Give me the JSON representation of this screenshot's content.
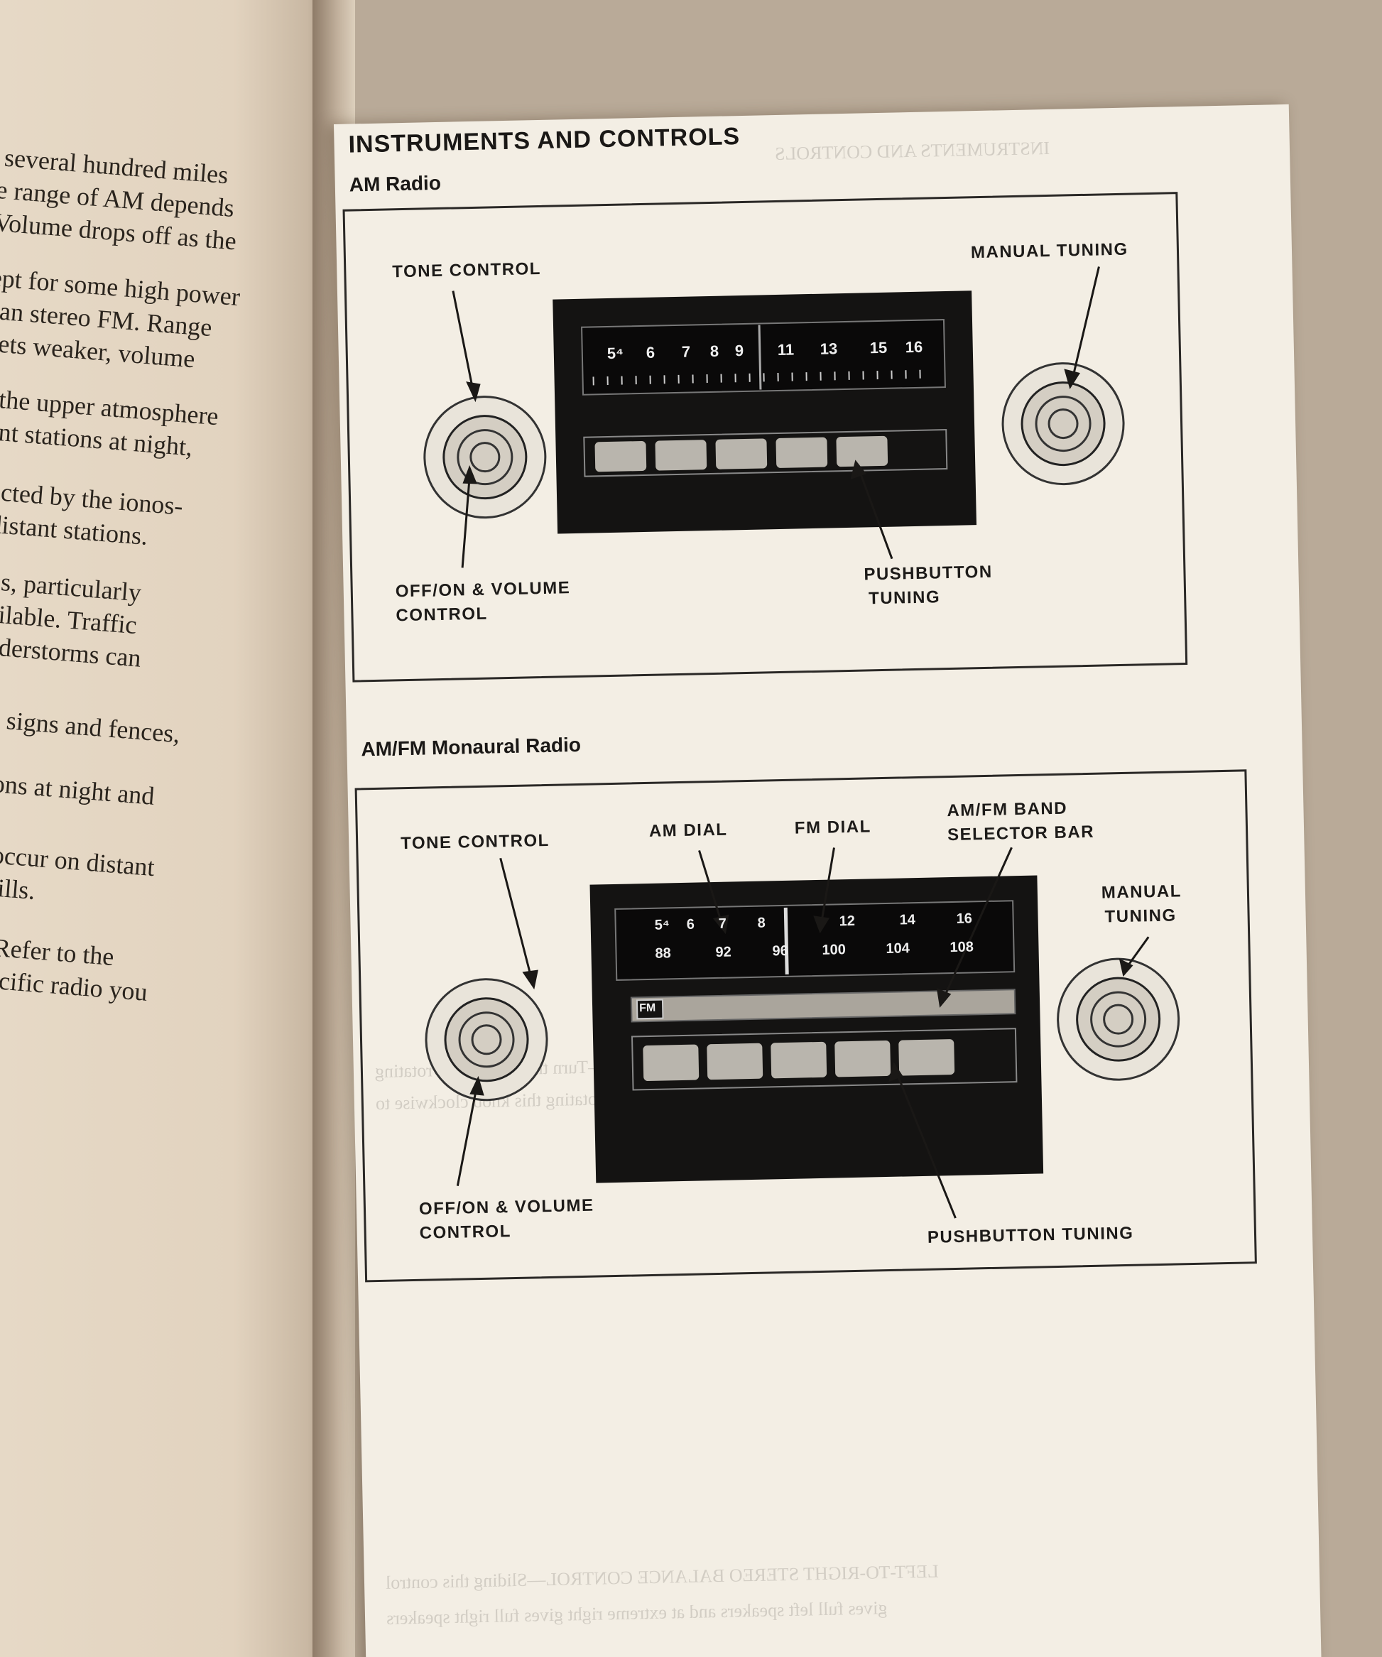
{
  "left_page": {
    "lines": [
      "several hundred miles",
      "e range of AM depends",
      "Volume drops off as the",
      "ept for some high power",
      "han stereo FM. Range",
      "gets weaker, volume",
      "y the upper atmosphere",
      "tant stations at night,",
      "flected by the ionos-",
      "y distant stations.",
      "nces, particularly",
      "available. Traffic",
      "hunderstorms can",
      "ctric signs and fences,",
      "stations at night and",
      "oise occur on distant",
      "and hills.",
      "nner. Refer to the",
      "ne specific radio you"
    ]
  },
  "right_page": {
    "title": "INSTRUMENTS AND CONTROLS",
    "am_radio": {
      "heading": "AM Radio",
      "labels": {
        "tone": "TONE CONTROL",
        "manual": "MANUAL TUNING",
        "offon_1": "OFF/ON & VOLUME",
        "offon_2": "CONTROL",
        "push_1": "PUSHBUTTON",
        "push_2": "TUNING"
      },
      "dial_numbers": [
        "5⁴",
        "6",
        "7",
        "8",
        "9",
        "11",
        "13",
        "15",
        "16"
      ]
    },
    "amfm_radio": {
      "heading": "AM/FM Monaural Radio",
      "labels": {
        "tone": "TONE CONTROL",
        "am_dial": "AM DIAL",
        "fm_dial": "FM DIAL",
        "band_1": "AM/FM BAND",
        "band_2": "SELECTOR BAR",
        "manual_1": "MANUAL",
        "manual_2": "TUNING",
        "offon_1": "OFF/ON & VOLUME",
        "offon_2": "CONTROL",
        "push": "PUSHBUTTON TUNING"
      },
      "am_numbers": [
        "5⁴",
        "6",
        "7",
        "8",
        "12",
        "14",
        "16"
      ],
      "fm_numbers": [
        "88",
        "92",
        "96",
        "100",
        "104",
        "108"
      ],
      "fm_badge": "FM"
    }
  },
  "colors": {
    "paper": "#f3eee4",
    "ink": "#1a1816",
    "panel": "#141312"
  }
}
